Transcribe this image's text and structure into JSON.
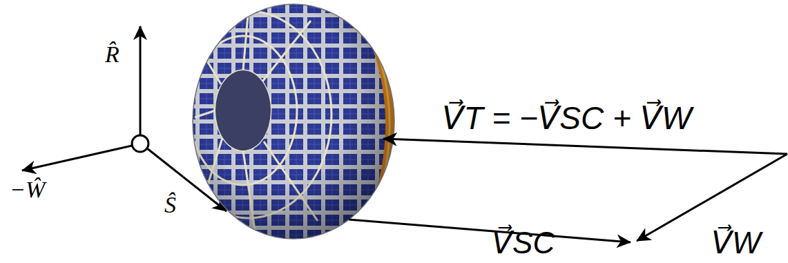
{
  "diagram": {
    "labels": [
      "R̂",
      "−Ŵ",
      "Ŝ",
      "V⃗T = −V⃗SC + V⃗W",
      "V⃗SC",
      "V⃗W"
    ]
  }
}
